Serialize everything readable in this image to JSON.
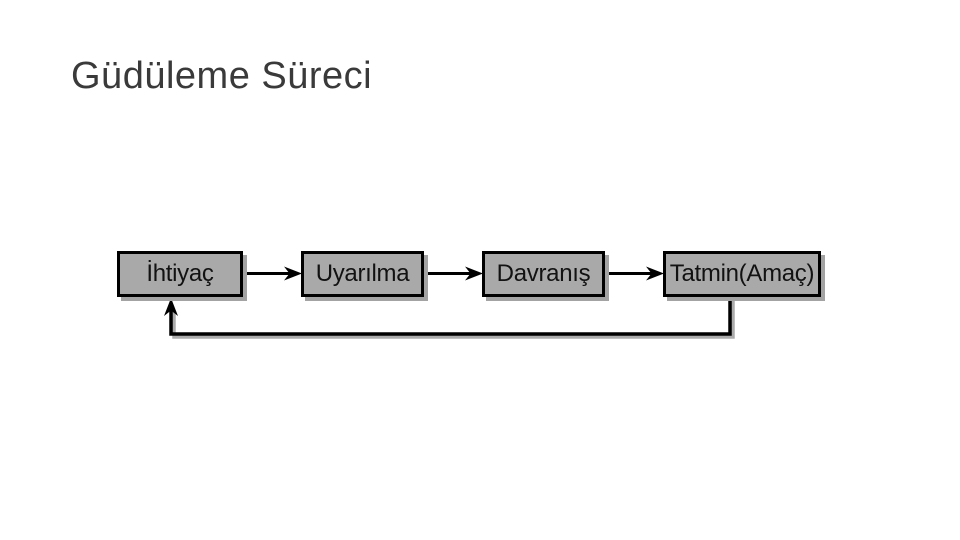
{
  "slide": {
    "title": "Güdüleme Süreci"
  },
  "diagram": {
    "nodes": [
      {
        "id": "ihtiyac",
        "label": "İhtiyaç"
      },
      {
        "id": "uyarilma",
        "label": "Uyarılma"
      },
      {
        "id": "davranis",
        "label": "Davranış"
      },
      {
        "id": "tatmin",
        "label": "Tatmin(Amaç)"
      }
    ],
    "edges": [
      {
        "from": "İhtiyaç",
        "to": "Uyarılma",
        "type": "arrow"
      },
      {
        "from": "Uyarılma",
        "to": "Davranış",
        "type": "arrow"
      },
      {
        "from": "Davranış",
        "to": "Tatmin(Amaç)",
        "type": "arrow"
      },
      {
        "from": "Tatmin(Amaç)",
        "to": "İhtiyaç",
        "type": "feedback-arrow"
      }
    ],
    "colors": {
      "node_fill": "#a9a9a9",
      "node_border": "#000000",
      "node_shadow": "#a3a3a3",
      "connector": "#000000",
      "title_text": "#3a3a3a",
      "node_text": "#121212",
      "background": "#ffffff"
    }
  }
}
